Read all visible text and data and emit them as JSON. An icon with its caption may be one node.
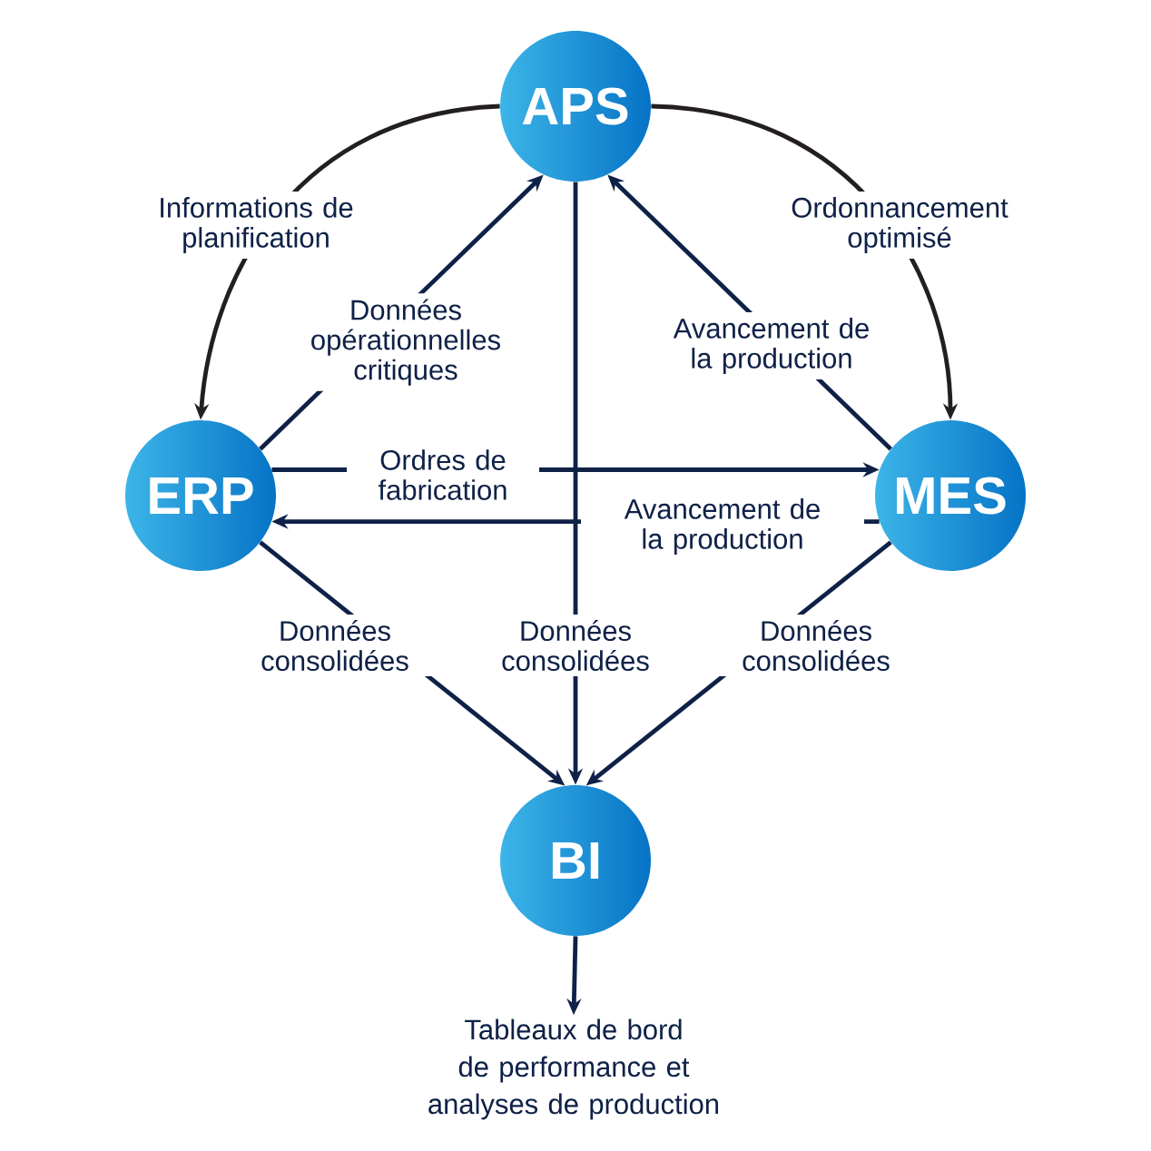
{
  "diagram": {
    "nodes": [
      {
        "text": [
          "APS"
        ]
      },
      {
        "text": [
          "ERP"
        ]
      },
      {
        "text": [
          "MES"
        ]
      },
      {
        "text": [
          "BI"
        ]
      },
      {
        "text": [
          "Tableaux de bord de performance et analyses de production"
        ]
      }
    ],
    "edges": [
      {
        "from": 0,
        "to": 1,
        "arrow": "to",
        "label": "Informations de planification",
        "color": "#231f20"
      },
      {
        "from": 0,
        "to": 2,
        "arrow": "to",
        "label": "Ordonnancement optimisé",
        "color": "#231f20"
      },
      {
        "from": 1,
        "to": 0,
        "arrow": "to",
        "label": "Données opérationnelles critiques"
      },
      {
        "from": 2,
        "to": 0,
        "arrow": "to",
        "label": "Avancement de la production"
      },
      {
        "from": 1,
        "to": 2,
        "arrow": "to",
        "label": "Ordres de fabrication"
      },
      {
        "from": 2,
        "to": 1,
        "arrow": "to",
        "label": "Avancement de la production"
      },
      {
        "from": 1,
        "to": 3,
        "arrow": "to",
        "label": "Données consolidées"
      },
      {
        "from": 0,
        "to": 3,
        "arrow": "to",
        "label": "Données consolidées"
      },
      {
        "from": 2,
        "to": 3,
        "arrow": "to",
        "label": "Données consolidées"
      },
      {
        "from": 3,
        "to": 4,
        "arrow": "to"
      }
    ]
  }
}
